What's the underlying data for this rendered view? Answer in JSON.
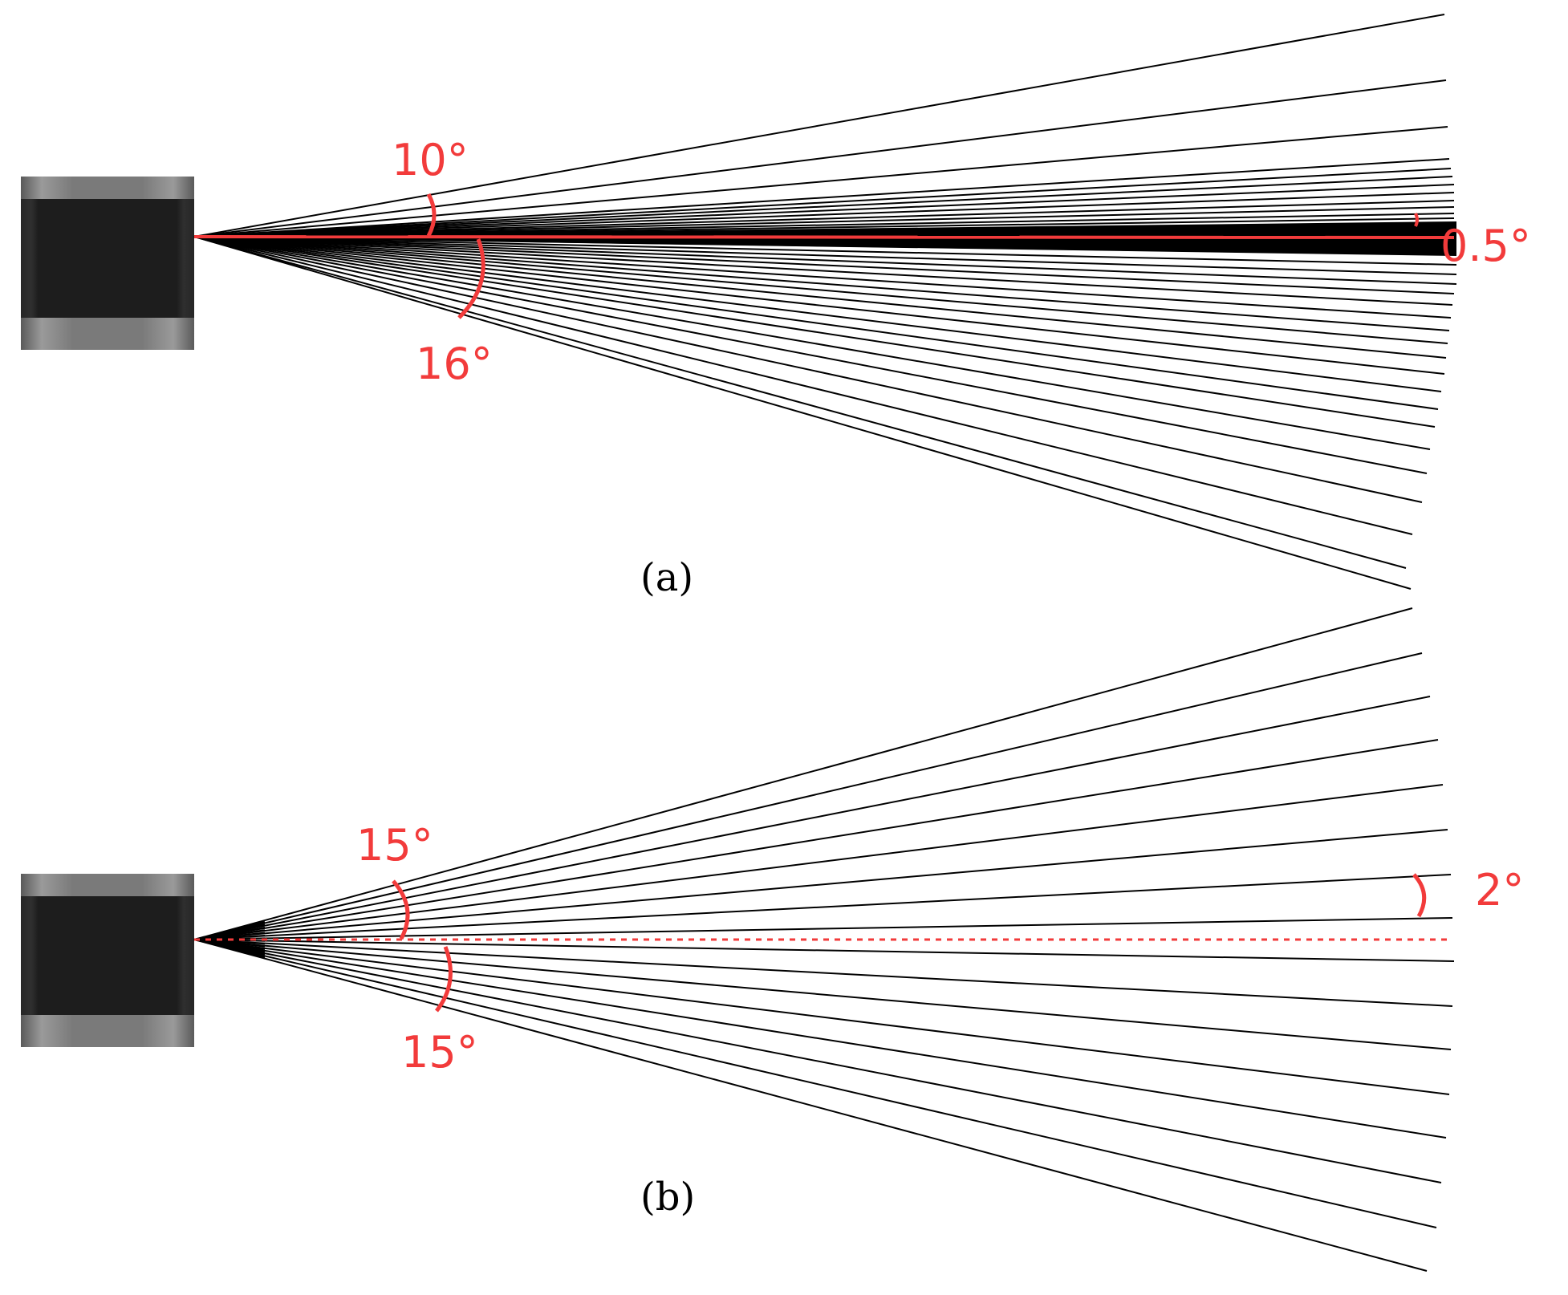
{
  "colors": {
    "beam": "#000000",
    "accent": "#f23b3b",
    "sensor_dark": "#202020",
    "sensor_mid": "#2b2b2b",
    "sensor_light": "#8a8a8a"
  },
  "panels": [
    {
      "id": "a",
      "label": "(a)",
      "beam_pattern": {
        "upper_field_deg": 10,
        "lower_field_deg": 16,
        "horizontal_resolution_deg": 0.5,
        "reference_line": "solid"
      },
      "annotations": {
        "upper_angle": "10°",
        "lower_angle": "16°",
        "resolution": "0.5°"
      }
    },
    {
      "id": "b",
      "label": "(b)",
      "beam_pattern": {
        "upper_field_deg": 15,
        "lower_field_deg": 15,
        "beam_spacing_deg": 2,
        "reference_line": "dashed"
      },
      "annotations": {
        "upper_angle": "15°",
        "lower_angle": "15°",
        "spacing": "2°"
      }
    }
  ]
}
